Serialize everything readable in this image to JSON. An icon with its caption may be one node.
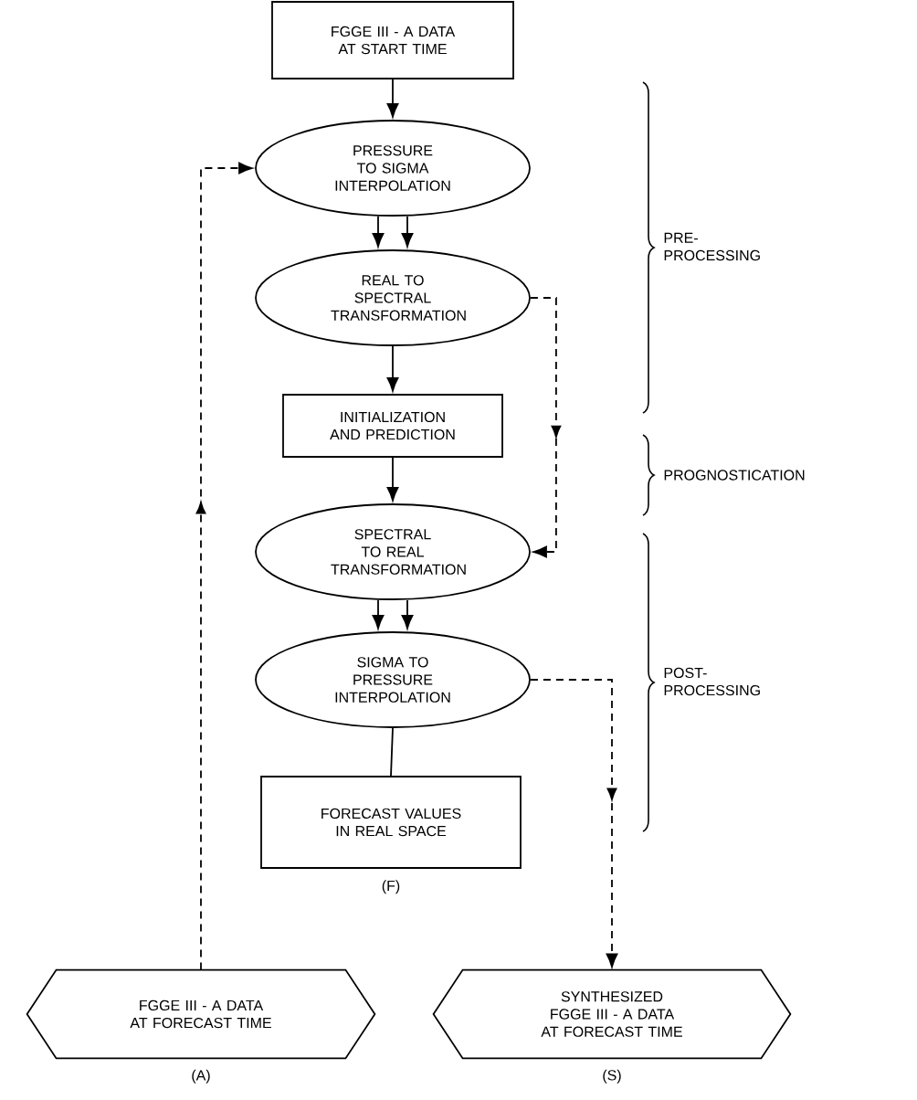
{
  "diagram": {
    "nodes": [
      {
        "text": [
          "FGGE III - A DATA AT START TIME"
        ]
      },
      {
        "text": [
          "PRESSURE TO SIGMA INTERPOLATION"
        ]
      },
      {
        "text": [
          "REAL TO SPECTRAL TRANSFORMATION"
        ]
      },
      {
        "text": [
          "INITIALIZATION AND PREDICTION"
        ]
      },
      {
        "text": [
          "SPECTRAL TO REAL TRANSFORMATION"
        ]
      },
      {
        "text": [
          "SIGMA TO PRESSURE INTERPOLATION"
        ]
      },
      {
        "text": [
          "FORECAST VALUES IN REAL SPACE"
        ],
        "beside": [
          "(F)"
        ]
      },
      {
        "text": [
          "FGGE III - A DATA AT FORECAST TIME"
        ],
        "beside": [
          "(A)"
        ]
      },
      {
        "text": [
          "SYNTHESIZED FGGE III - A DATA AT FORECAST TIME"
        ],
        "beside": [
          "(S)"
        ]
      }
    ],
    "edges": [
      {
        "from": 0,
        "to": 1,
        "arrow": "to"
      },
      {
        "from": 1,
        "to": 2,
        "arrow": "to"
      },
      {
        "from": 1,
        "to": 2,
        "arrow": "to"
      },
      {
        "from": 2,
        "to": 3,
        "arrow": "to"
      },
      {
        "from": 3,
        "to": 4,
        "arrow": "to"
      },
      {
        "from": 4,
        "to": 5,
        "arrow": "to"
      },
      {
        "from": 4,
        "to": 5,
        "arrow": "to"
      },
      {
        "from": 5,
        "to": 6,
        "arrow": "none"
      },
      {
        "from": 7,
        "to": 1,
        "arrow": "to",
        "style": "dashed"
      },
      {
        "from": 2,
        "to": 4,
        "arrow": "to",
        "style": "dashed"
      },
      {
        "from": 5,
        "to": 8,
        "arrow": "to",
        "style": "dashed"
      }
    ],
    "labels": [
      "PRE- PROCESSING",
      "PROGNOSTICATION",
      "POST- PROCESSING"
    ]
  }
}
